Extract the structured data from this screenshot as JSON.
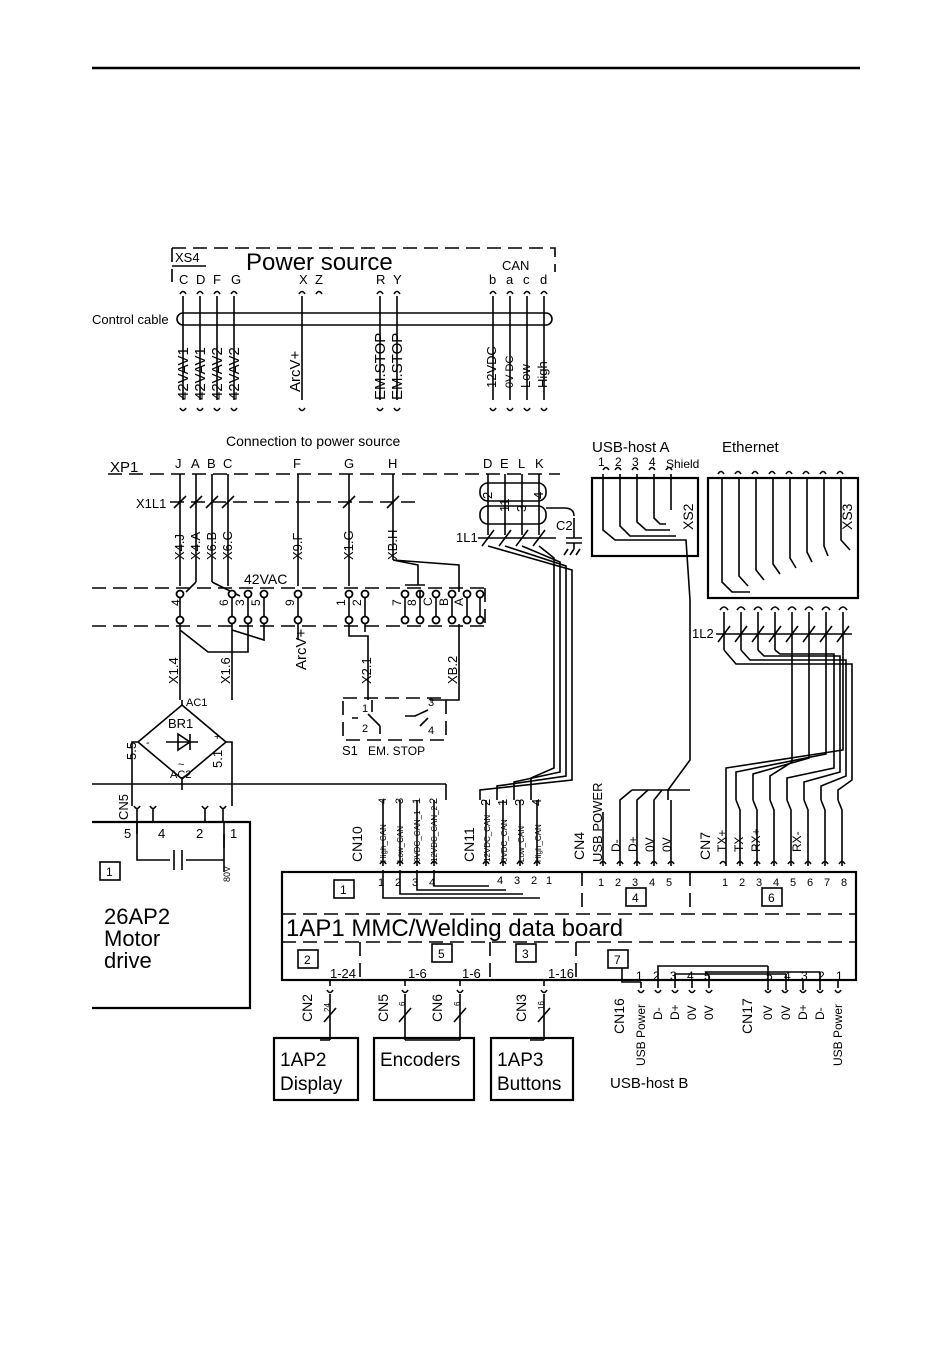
{
  "power_source": {
    "xs4": "XS4",
    "title": "Power source",
    "can": "CAN",
    "pins": [
      "C",
      "D",
      "F",
      "G",
      "X",
      "Z",
      "R",
      "Y",
      "b",
      "a",
      "c",
      "d"
    ],
    "control_cable": "Control cable",
    "signals": [
      "42VAV1",
      "42VAV1",
      "42VAV2",
      "42VAV2",
      "ArcV+",
      "EM.STOP",
      "EM.STOP",
      "12VDC",
      "0V DC",
      "Low",
      "High"
    ]
  },
  "connection_label": "Connection to power source",
  "xp1": {
    "label": "XP1",
    "pins": [
      "J",
      "A",
      "B",
      "C",
      "F",
      "G",
      "H",
      "D",
      "E",
      "L",
      "K"
    ],
    "x1l1": "X1L1",
    "l1": "1L1",
    "c2": "C2",
    "wire_labels": [
      "X4.J",
      "X4.A",
      "X6.B",
      "X6.C",
      "X9.F",
      "X1.G",
      "XB.H"
    ],
    "sub_nums": [
      "2",
      "11",
      "3",
      "4"
    ]
  },
  "terminal_block": {
    "label": "42VAC",
    "nums": [
      "4",
      "6",
      "3",
      "5",
      "9",
      "1",
      "2",
      "7",
      "8",
      "C",
      "B",
      "A"
    ]
  },
  "lower_wires": [
    "X1.4",
    "X1.6",
    "ArcV+",
    "X2.1",
    "XB.2",
    "5.5",
    "5.1"
  ],
  "bridge": {
    "label": "BR1",
    "ac1": "AC1",
    "ac2": "AC2",
    "minus": "-",
    "plus": "+",
    "tilde": "~"
  },
  "stop_switch": {
    "label": "S1",
    "text": "EM. STOP",
    "pins": [
      "1",
      "3",
      "2",
      "4"
    ]
  },
  "usb_host_a": {
    "title": "USB-host A",
    "pins": [
      "1",
      "2",
      "3",
      "4"
    ],
    "shield": "Shield",
    "conn": "XS2"
  },
  "ethernet": {
    "title": "Ethernet",
    "conn": "XS3",
    "l2": "1L2"
  },
  "motor_drive": {
    "cn": "CN5",
    "pins": [
      "5",
      "4",
      "2",
      "1"
    ],
    "ref": "1",
    "cap": "80V",
    "title_1": "26AP2",
    "title_2": "Motor",
    "title_3": "drive"
  },
  "board": {
    "title": "1AP1 MMC/Welding data board",
    "sections": [
      "1",
      "4",
      "6",
      "2",
      "5",
      "3",
      "7"
    ],
    "cn10": {
      "label": "CN10",
      "signals": [
        "High_CAN",
        "Low_CAN",
        "0VDC_CAN_1",
        "12VDC_CAN_2"
      ],
      "pins": [
        "1",
        "2",
        "3",
        "4"
      ],
      "top": [
        "4",
        "3",
        "1",
        "2"
      ]
    },
    "cn11": {
      "label": "CN11",
      "signals": [
        "12VDC_CAN",
        "0VDC_CAN",
        "Low_CAN",
        "High_CAN"
      ],
      "pins": [
        "4",
        "3",
        "2",
        "1"
      ],
      "top": [
        "2",
        "1",
        "3",
        "4"
      ]
    },
    "cn4": {
      "label": "CN4",
      "signals": [
        "USB POWER",
        "D-",
        "D+",
        "0V",
        "0V"
      ],
      "pins": [
        "1",
        "2",
        "3",
        "4",
        "5"
      ]
    },
    "cn7": {
      "label": "CN7",
      "signals": [
        "TX+",
        "TX-",
        "RX+",
        "RX-"
      ],
      "pins": [
        "1",
        "2",
        "3",
        "4",
        "5",
        "6",
        "7",
        "8"
      ]
    },
    "cn2": {
      "label": "CN2",
      "range": "1-24",
      "count": "24"
    },
    "cn5": {
      "label": "CN5",
      "range": "1-6",
      "count": "6"
    },
    "cn6": {
      "label": "CN6",
      "range": "1-6",
      "count": "6"
    },
    "cn3": {
      "label": "CN3",
      "range": "1-16",
      "count": "16"
    },
    "cn16": {
      "label": "CN16",
      "signals": [
        "USB Power",
        "D-",
        "D+",
        "0V",
        "0V"
      ],
      "pins": [
        "1",
        "2",
        "3",
        "4",
        "5"
      ]
    },
    "cn17": {
      "label": "CN17",
      "signals": [
        "0V",
        "0V",
        "D+",
        "D-",
        "USB Power"
      ],
      "pins": [
        "5",
        "4",
        "3",
        "2",
        "1"
      ]
    }
  },
  "modules": {
    "display_1": "1AP2",
    "display_2": "Display",
    "encoders": "Encoders",
    "buttons_1": "1AP3",
    "buttons_2": "Buttons",
    "usb_host_b": "USB-host B"
  }
}
